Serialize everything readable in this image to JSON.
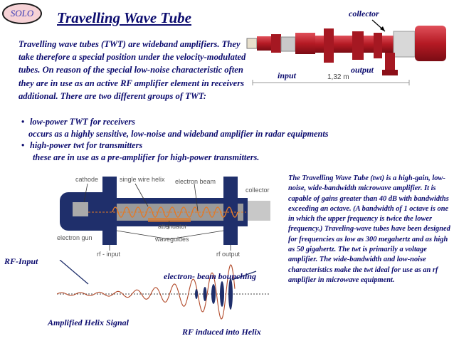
{
  "header": {
    "logo": "SOLO",
    "title": "Travelling Wave Tube"
  },
  "intro": "Travelling wave tubes (TWT) are wideband amplifiers. They take therefore a special position under the velocity-modulated tubes. On reason of the special low-noise characteristic often they are in use as an active RF amplifier element in receivers additional. There are two different groups of TWT:",
  "bullets": [
    {
      "head": "low-power TWT for receivers",
      "detail": "occurs as a highly sensitive, low-noise and wideband amplifier in radar equipments"
    },
    {
      "head": "high-power twt for transmitters",
      "detail": "these are in use as a pre-amplifier for high-power transmitters."
    }
  ],
  "photo": {
    "collector": "collector",
    "input": "input",
    "output": "output",
    "length": "1,32 m"
  },
  "diagram": {
    "cathode": "cathode",
    "helix": "single wire helix",
    "beam": "electron beam",
    "collector": "collector",
    "attenuator": "attenuator",
    "waveguides": "waveguides",
    "gun": "electron gun",
    "rf_input": "rf - input",
    "rf_output": "rf output"
  },
  "wave_labels": {
    "rf_input": "RF-Input",
    "bunching": "electron- beam bounching",
    "amplified": "Amplified Helix Signal",
    "induced": "RF induced into Helix"
  },
  "sidebox": "The Travelling Wave Tube (twt) is a high-gain, low-noise, wide-bandwidth microwave amplifier. It is capable of gains greater than 40 dB with bandwidths exceeding an octave. (A bandwidth of 1 octave is one in which the upper frequency is twice the lower frequency.) Traveling-wave tubes have been designed for frequencies as low as 300 megahertz and as high as 50 gigahertz. The twt is primarily a voltage amplifier. The wide-bandwidth and low-noise characteristics make the twt ideal for use as an rf amplifier in microwave equipment.",
  "colors": {
    "text": "#0b0b6e",
    "tube": "#c0202a",
    "helix": "#e07a2a",
    "block": "#1f2f6b"
  }
}
